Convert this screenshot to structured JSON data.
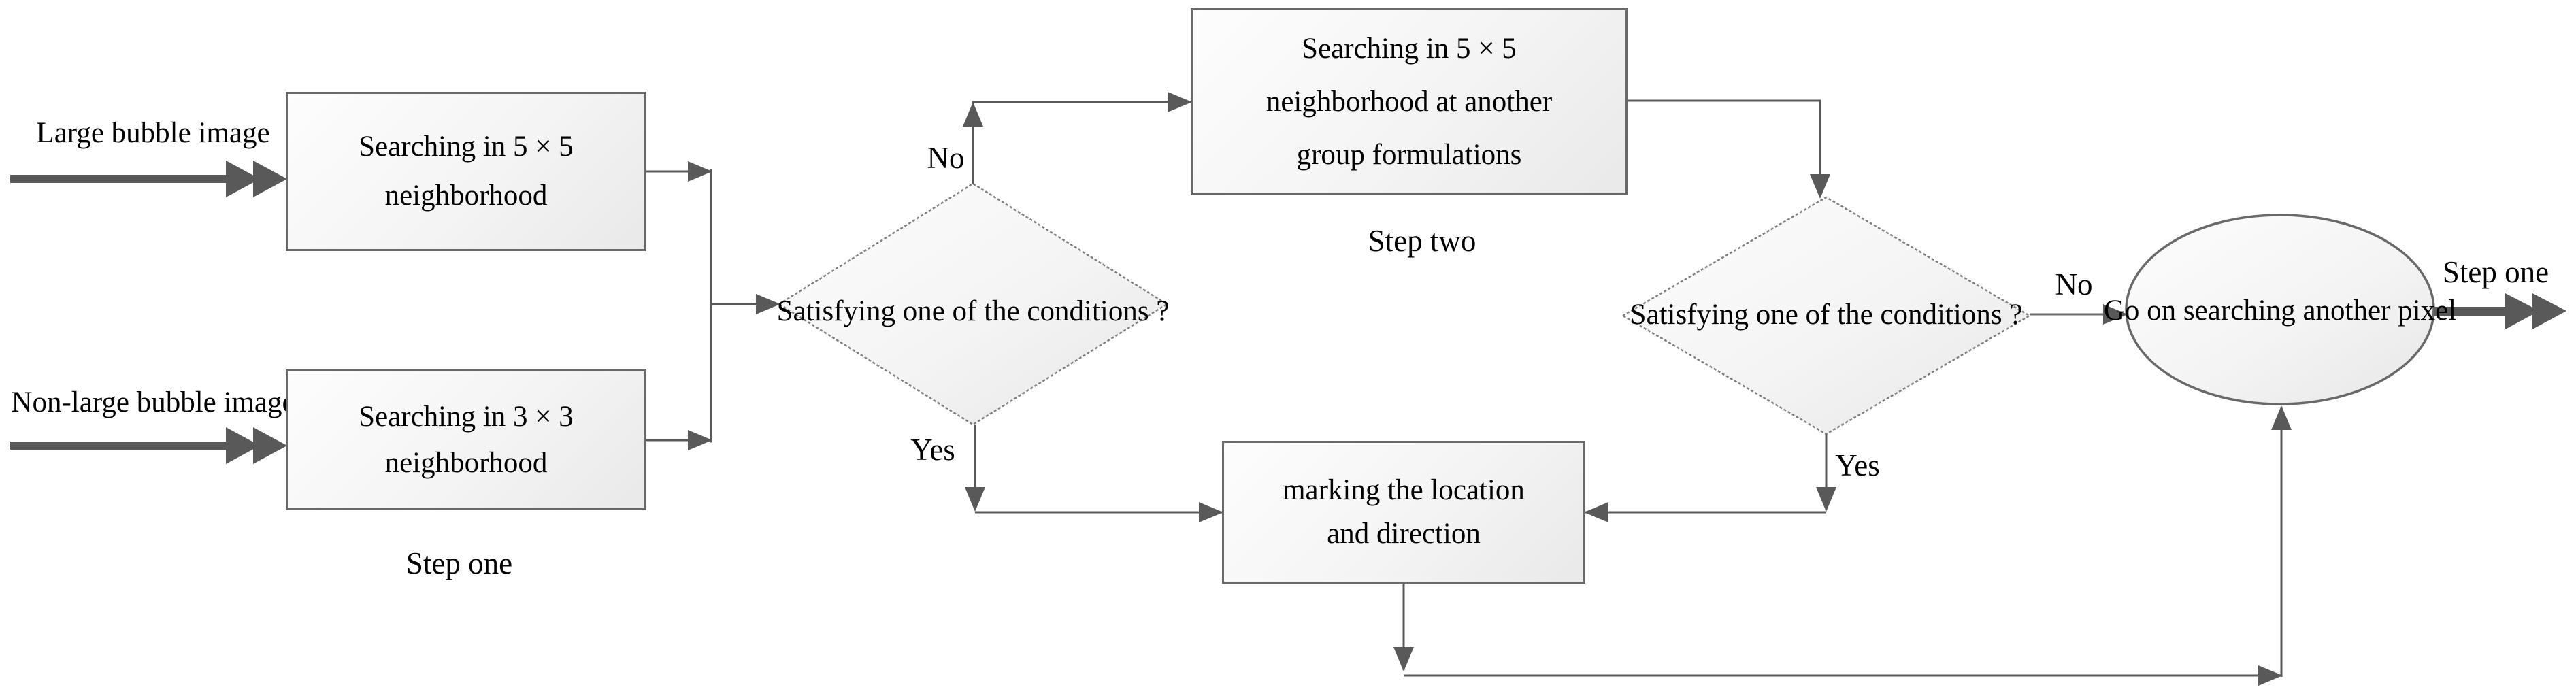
{
  "flowchart": {
    "inputs": {
      "large": {
        "line1": "Large bubble",
        "line2": "image"
      },
      "non_large": {
        "line1": "Non-large bubble",
        "line2": "image"
      }
    },
    "process": {
      "search55": {
        "line1": "Searching in 5 × 5",
        "line2": "neighborhood"
      },
      "search33": {
        "line1": "Searching in 3 × 3",
        "line2": "neighborhood"
      },
      "search55_group": {
        "line1": "Searching in 5 × 5",
        "line2": "neighborhood at another",
        "line3": "group formulations"
      },
      "marking": {
        "line1": "marking the location",
        "line2": "and direction"
      }
    },
    "decisions": {
      "d1": {
        "line1": "Satisfying one of the",
        "line2": "conditions ?"
      },
      "d2": {
        "line1": "Satisfying one of the",
        "line2": "conditions ?"
      }
    },
    "terminal": {
      "go_on": {
        "line1": "Go on searching",
        "line2": "another pixel"
      }
    },
    "labels": {
      "step_one_left": "Step one",
      "step_two": "Step two",
      "step_one_right": "Step one",
      "no1": "No",
      "yes1": "Yes",
      "no2": "No",
      "yes2": "Yes"
    },
    "colors": {
      "line": "#595959",
      "box_border": "#696969",
      "diamond_border": "#808080",
      "fill_light": "#fdfdfd",
      "fill_dark": "#e9e9e9",
      "text": "#000000"
    }
  }
}
